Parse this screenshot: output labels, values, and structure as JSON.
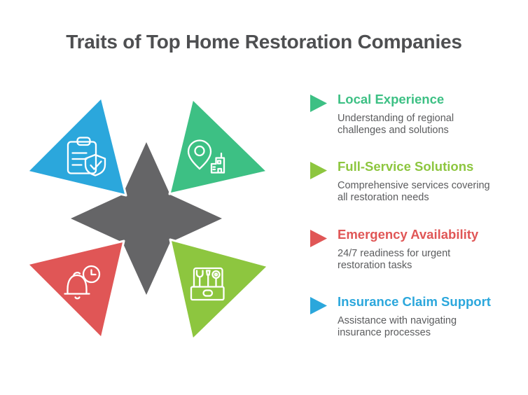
{
  "title": "Traits of Top Home Restoration Companies",
  "colors": {
    "blue": "#2BA7DC",
    "green": "#3DC084",
    "lime": "#8DC63F",
    "red": "#E05656",
    "star_gray": "#656567",
    "title_text": "#4E4F51",
    "body_text": "#5B5C5E",
    "white": "#ffffff"
  },
  "center_graphic": {
    "shape": "four-point-star-with-corner-triangles",
    "triangles": [
      {
        "position": "top-left",
        "color": "#2BA7DC",
        "icon": "clipboard-shield-icon"
      },
      {
        "position": "top-right",
        "color": "#3DC084",
        "icon": "location-building-icon"
      },
      {
        "position": "bottom-left",
        "color": "#E05656",
        "icon": "bell-clock-icon"
      },
      {
        "position": "bottom-right",
        "color": "#8DC63F",
        "icon": "toolbox-icon"
      }
    ]
  },
  "traits": [
    {
      "heading": "Local Experience",
      "description": "Understanding of regional challenges and solutions",
      "color": "#3DC084"
    },
    {
      "heading": "Full-Service Solutions",
      "description": "Comprehensive services covering all restoration needs",
      "color": "#8DC63F"
    },
    {
      "heading": "Emergency Availability",
      "description": "24/7 readiness for urgent restoration tasks",
      "color": "#E05656"
    },
    {
      "heading": "Insurance Claim Support",
      "description": "Assistance with navigating insurance processes",
      "color": "#2BA7DC"
    }
  ]
}
